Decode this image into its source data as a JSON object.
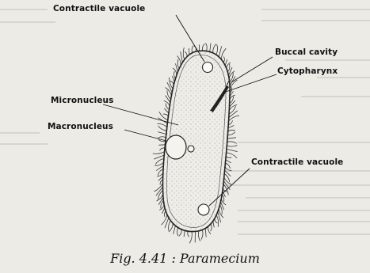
{
  "diagram": {
    "labels": {
      "contractile_vacuole_top": "Contractile vacuole",
      "buccal_cavity": "Buccal cavity",
      "cytopharynx": "Cytopharynx",
      "micronucleus": "Micronucleus",
      "macronucleus": "Macronucleus",
      "contractile_vacuole_bottom": "Contractile vacuole"
    },
    "caption": "Fig. 4.41 : Paramecium"
  }
}
